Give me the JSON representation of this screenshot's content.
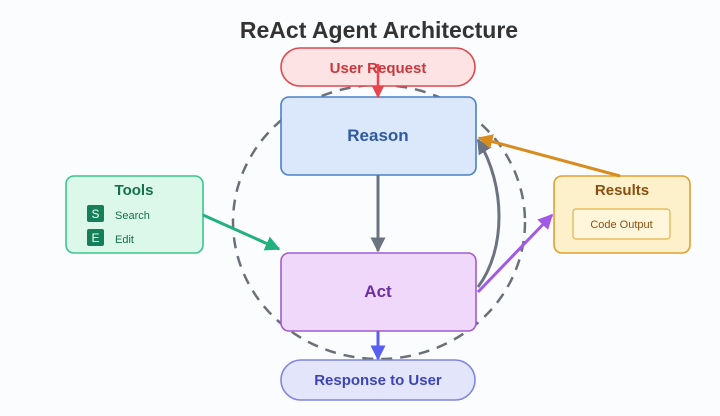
{
  "title": "ReAct Agent Architecture",
  "nodes": {
    "user_request": "User Request",
    "reason": "Reason",
    "act": "Act",
    "response": "Response to User",
    "tools": {
      "title": "Tools",
      "items": [
        {
          "letter": "S",
          "label": "Search"
        },
        {
          "letter": "E",
          "label": "Edit"
        }
      ]
    },
    "results": {
      "title": "Results",
      "item": "Code Output"
    }
  },
  "colors": {
    "user_request": "#e0484e",
    "reason": "#3b6fb6",
    "act": "#7a3fb0",
    "response": "#6a6ee8",
    "tools": "#22b07d",
    "results": "#d98c1e",
    "loop": "#6b6f78"
  }
}
